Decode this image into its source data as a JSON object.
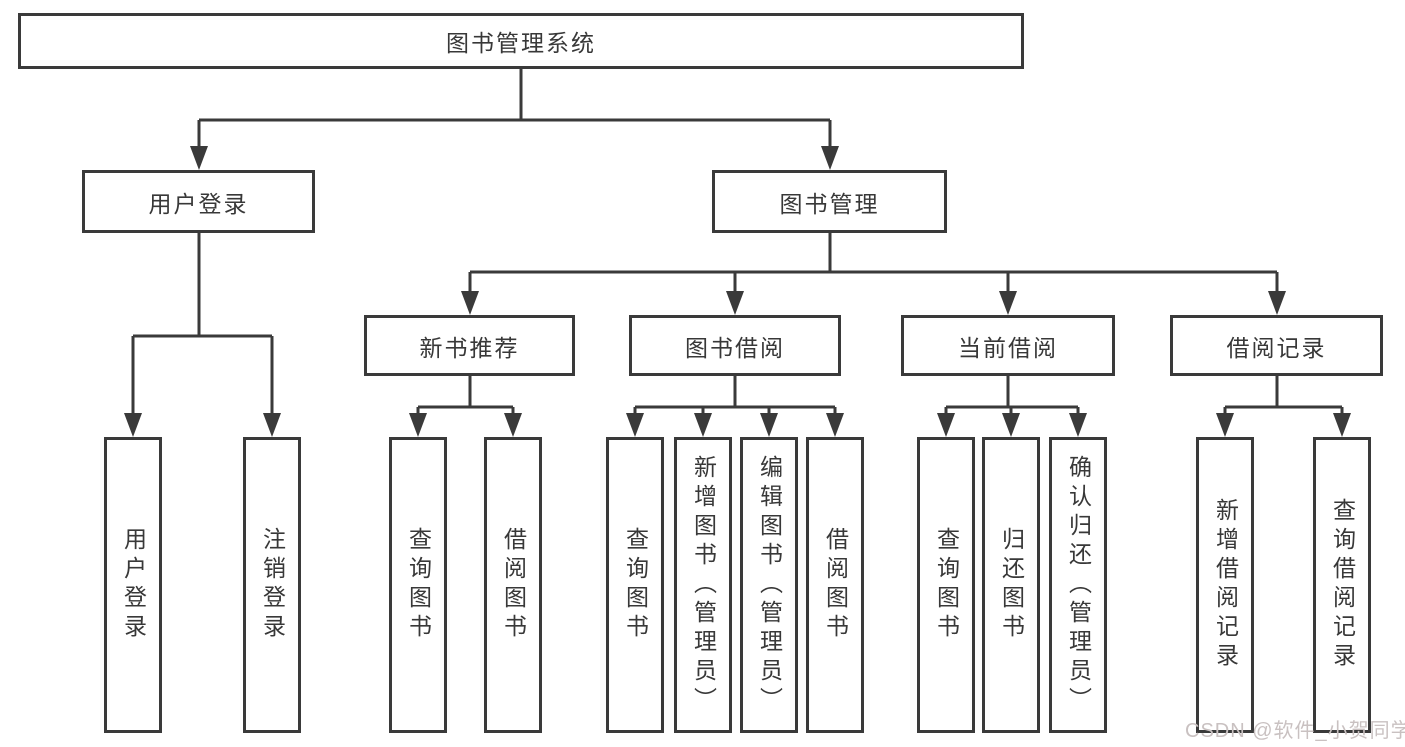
{
  "title": "图书管理系统",
  "watermark": "CSDN @软件_小贺同学",
  "colors": {
    "line": "#3a3a3a",
    "text": "#383838",
    "watermark": "#c9c1c1",
    "background": "#ffffff"
  },
  "nodes": {
    "root": {
      "label": "图书管理系统"
    },
    "branches": [
      {
        "label": "用户登录"
      },
      {
        "label": "图书管理"
      }
    ],
    "modules": [
      {
        "label": "新书推荐",
        "parent": "图书管理"
      },
      {
        "label": "图书借阅",
        "parent": "图书管理"
      },
      {
        "label": "当前借阅",
        "parent": "图书管理"
      },
      {
        "label": "借阅记录",
        "parent": "图书管理"
      }
    ],
    "leaves": [
      {
        "label": "用户登录",
        "parent": "用户登录"
      },
      {
        "label": "注销登录",
        "parent": "用户登录"
      },
      {
        "label": "查询图书",
        "parent": "新书推荐"
      },
      {
        "label": "借阅图书",
        "parent": "新书推荐"
      },
      {
        "label": "查询图书",
        "parent": "图书借阅"
      },
      {
        "label": "新增图书（管理员）",
        "parent": "图书借阅"
      },
      {
        "label": "编辑图书（管理员）",
        "parent": "图书借阅"
      },
      {
        "label": "借阅图书",
        "parent": "图书借阅"
      },
      {
        "label": "查询图书",
        "parent": "当前借阅"
      },
      {
        "label": "归还图书",
        "parent": "当前借阅"
      },
      {
        "label": "确认归还（管理员）",
        "parent": "当前借阅"
      },
      {
        "label": "新增借阅记录",
        "parent": "借阅记录"
      },
      {
        "label": "查询借阅记录",
        "parent": "借阅记录"
      }
    ]
  }
}
